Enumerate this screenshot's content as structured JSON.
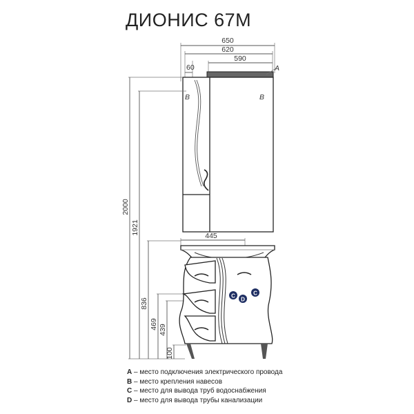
{
  "title": "ДИОНИС 67М",
  "dimensions": {
    "w650": "650",
    "w620": "620",
    "w590": "590",
    "w60": "60",
    "w445": "445",
    "h2000": "2000",
    "h1921": "1921",
    "h836": "836",
    "h469": "469",
    "h439": "439",
    "h100": "100"
  },
  "markers": {
    "a": "A",
    "b_left": "B",
    "b_right": "B",
    "c_left": "C",
    "d": "D",
    "c_right": "C"
  },
  "legend": [
    {
      "key": "A",
      "text": " – место подключения электрического провода"
    },
    {
      "key": "B",
      "text": " – место крепления навесов"
    },
    {
      "key": "C",
      "text": " – место для вывода труб водоснабжения"
    },
    {
      "key": "D",
      "text": " – место для вывода трубы канализации"
    }
  ],
  "colors": {
    "marker_fill": "#1f2f63",
    "marker_text": "#ffffff"
  }
}
